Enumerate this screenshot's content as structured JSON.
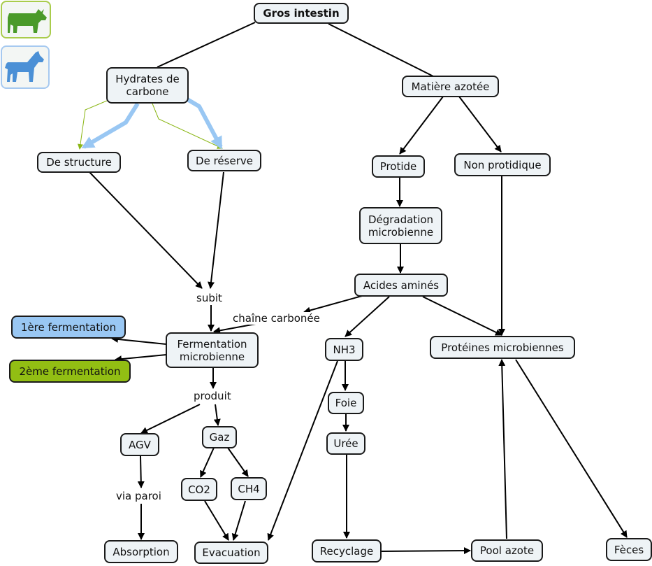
{
  "icons": [
    {
      "name": "cow-icon",
      "color": "#4a9a2a",
      "border": "#a9cc4c"
    },
    {
      "name": "horse-icon",
      "color": "#4b90d6",
      "border": "#a6c9f0"
    }
  ],
  "nodes": {
    "gros_intestin": "Gros intestin",
    "hydrates_carbone": "Hydrates de\ncarbone",
    "matiere_azotee": "Matière azotée",
    "de_structure": "De structure",
    "de_reserve": "De réserve",
    "protide": "Protide",
    "non_protidique": "Non protidique",
    "degradation_microbienne": "Dégradation\nmicrobienne",
    "acides_amines": "Acides aminés",
    "fermentation_microbienne": "Fermentation\nmicrobienne",
    "premiere_fermentation": "1ère fermentation",
    "deuxieme_fermentation": "2ème fermentation",
    "nh3": "NH3",
    "proteines_microbiennes": "Protéines microbiennes",
    "agv": "AGV",
    "gaz": "Gaz",
    "co2": "CO2",
    "ch4": "CH4",
    "foie": "Foie",
    "uree": "Urée",
    "absorption": "Absorption",
    "evacuation": "Evacuation",
    "recyclage": "Recyclage",
    "pool_azote": "Pool azote",
    "feces": "Fèces"
  },
  "linking_phrases": {
    "subit": "subit",
    "chaine_carbonee": "chaîne carbonée",
    "produit": "produit",
    "via_paroi": "via paroi"
  },
  "colors": {
    "node_fill": "#eef3f6",
    "blue_fill": "#99c7f3",
    "green_fill": "#92be13",
    "blue_link": "#99c7f3",
    "green_link": "#8ab614"
  }
}
